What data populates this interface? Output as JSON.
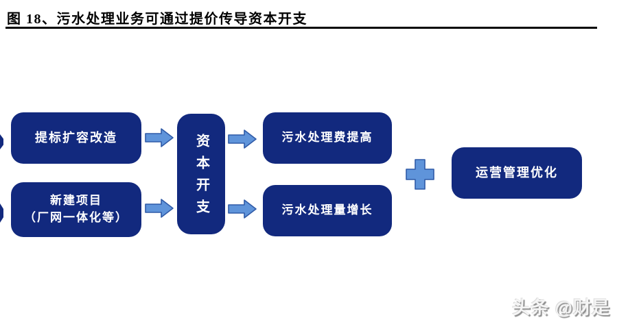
{
  "figure": {
    "title": "图 18、污水处理业务可通过提价传导资本开支"
  },
  "diagram": {
    "nodes": {
      "upgrade": "提标扩容改造",
      "new_project": "新建项目\n（厂网一体化等）",
      "capex": "资本开支",
      "fee_increase": "污水处理费提高",
      "volume_growth": "污水处理量增长",
      "operations": "运营管理优化"
    },
    "icons": {
      "plus": "+"
    },
    "colors": {
      "node_fill": "#12297e",
      "node_text": "#ffffff",
      "arrow_fill": "#5f94da",
      "arrow_stroke": "#2f5aa7",
      "title_color": "#000000",
      "rule_color": "#000000"
    }
  },
  "watermark": "头条 @财是"
}
